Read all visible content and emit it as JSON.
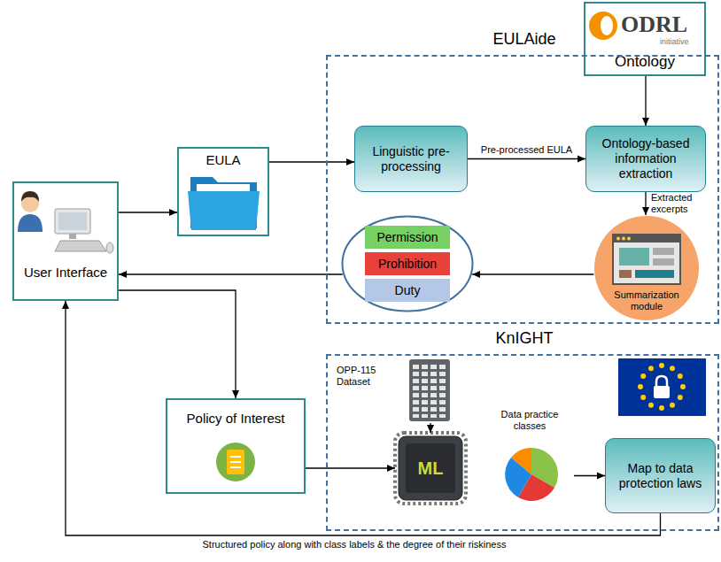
{
  "diagram": {
    "nodes": [
      {
        "text": [
          "ODRL",
          "initiative",
          "Ontology"
        ]
      },
      {
        "text": [
          "User Interface"
        ]
      },
      {
        "text": [
          "EULA"
        ]
      },
      {
        "text": [
          "EULAide"
        ]
      },
      {
        "text": [
          "Linguistic pre-processing"
        ],
        "in": 3
      },
      {
        "text": [
          "Ontology-based information extraction"
        ],
        "in": 3
      },
      {
        "text": [
          "Summarization module"
        ],
        "in": 3
      },
      {
        "text": [
          "Permission",
          "Prohibition",
          "Duty"
        ],
        "in": 3
      },
      {
        "text": [
          "KnIGHT"
        ]
      },
      {
        "text": [
          "Policy of Interest"
        ]
      },
      {
        "text": [
          "OPP-115 Dataset"
        ],
        "in": 8
      },
      {
        "text": [
          "ML"
        ],
        "in": 8
      },
      {
        "text": [
          "Data practice classes"
        ],
        "in": 8
      },
      {
        "text": [
          "Map to data protection laws"
        ],
        "in": 8
      }
    ],
    "edges": [
      {
        "from": 0,
        "to": 5,
        "arrow": "to"
      },
      {
        "from": 1,
        "to": 2,
        "arrow": "to"
      },
      {
        "from": 2,
        "to": 4,
        "arrow": "to"
      },
      {
        "from": 4,
        "to": 5,
        "label": "Pre-processed EULA",
        "arrow": "to"
      },
      {
        "from": 5,
        "to": 6,
        "label": "Extracted excerpts",
        "arrow": "to"
      },
      {
        "from": 6,
        "to": 7,
        "arrow": "to"
      },
      {
        "from": 7,
        "to": 1,
        "arrow": "to"
      },
      {
        "from": 1,
        "to": 9,
        "arrow": "to"
      },
      {
        "from": 9,
        "to": 11,
        "arrow": "to"
      },
      {
        "from": 10,
        "to": 11,
        "arrow": "to"
      },
      {
        "from": 12,
        "to": 13,
        "arrow": "to"
      },
      {
        "from": 13,
        "to": 1,
        "label": "Structured policy along with class labels & the degree of their riskiness",
        "arrow": "to"
      }
    ]
  }
}
